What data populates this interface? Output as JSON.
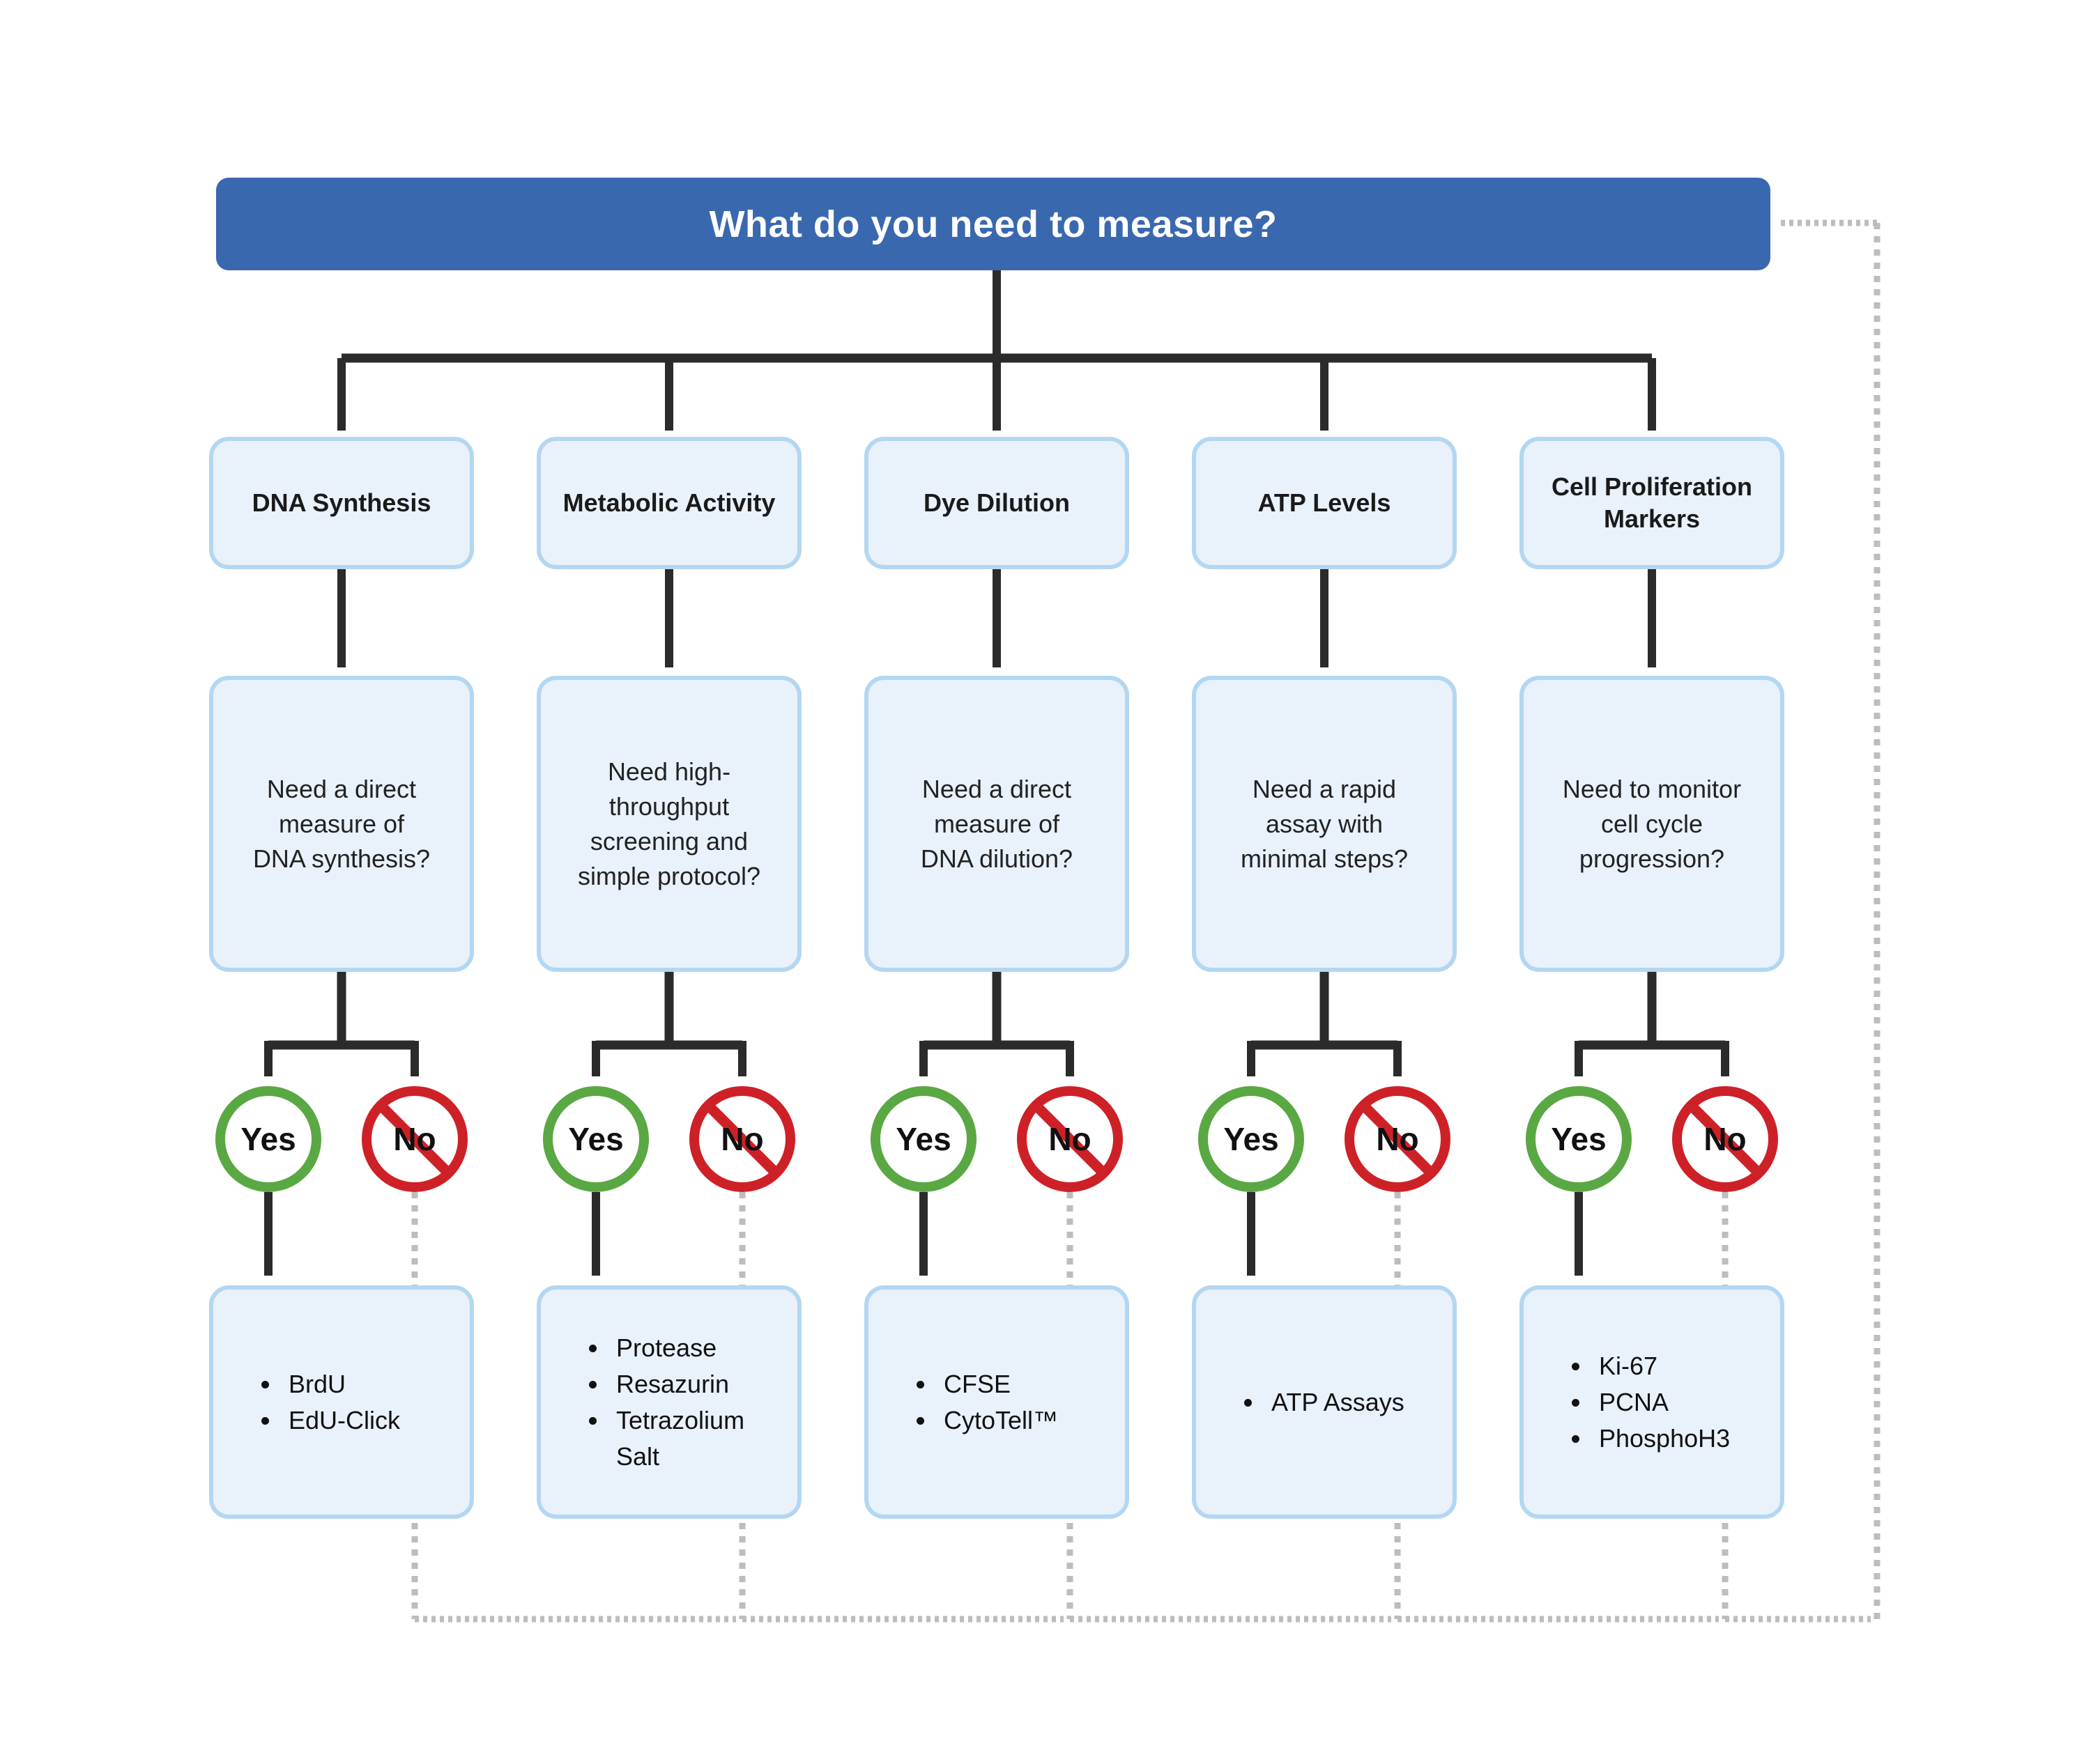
{
  "title": "What do you need to measure?",
  "labels": {
    "yes": "Yes",
    "no": "No"
  },
  "colors": {
    "title_bg": "#3a68ae",
    "node_fill": "#e9f1fb",
    "node_border": "#b3d7f2",
    "yes_green": "#5aa843",
    "no_red": "#ce2127",
    "connector_dark": "#2b2b2b",
    "connector_gray": "#bdbdbd"
  },
  "columns": [
    {
      "label": "DNA Synthesis",
      "question": "Need a direct\nmeasure of\nDNA synthesis?",
      "results": [
        "BrdU",
        "EdU-Click"
      ]
    },
    {
      "label": "Metabolic Activity",
      "question": "Need high-\nthroughput\nscreening and\nsimple protocol?",
      "results": [
        "Protease",
        "Resazurin",
        "Tetrazolium Salt"
      ]
    },
    {
      "label": "Dye Dilution",
      "question": "Need a direct\nmeasure of\nDNA dilution?",
      "results": [
        "CFSE",
        "CytoTell™"
      ]
    },
    {
      "label": "ATP Levels",
      "question": "Need a rapid\nassay with\nminimal steps?",
      "results": [
        "ATP Assays"
      ]
    },
    {
      "label": "Cell Proliferation\nMarkers",
      "question": "Need to monitor\ncell cycle\nprogression?",
      "results": [
        "Ki-67",
        "PCNA",
        "PhosphoH3"
      ]
    }
  ]
}
